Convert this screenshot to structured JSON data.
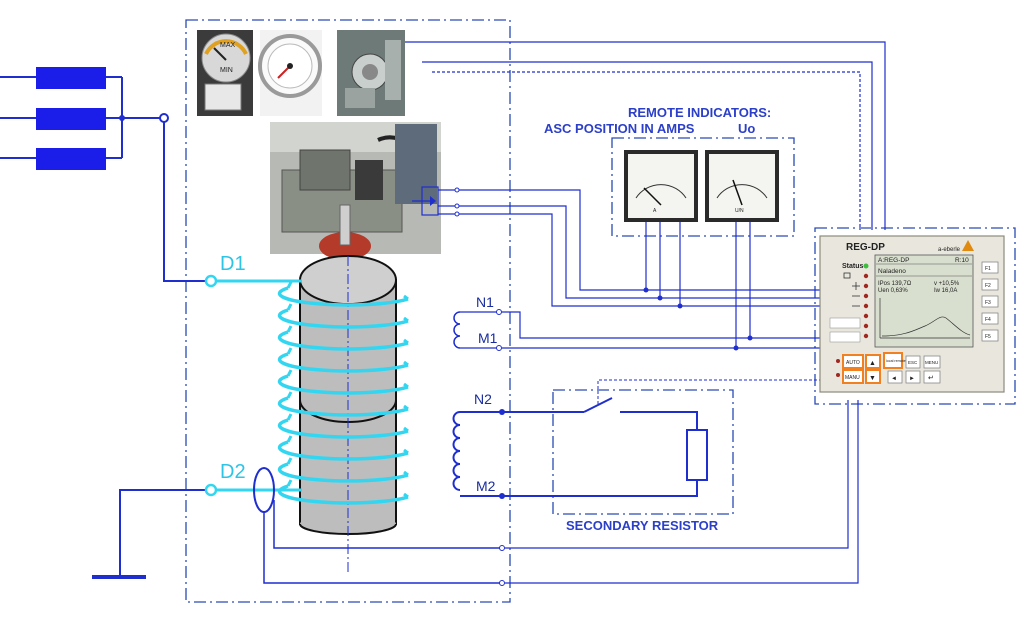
{
  "labels": {
    "remote_indicators": "REMOTE INDICATORS:",
    "asc_position": "ASC POSITION IN AMPS",
    "uo": "Uo",
    "d1": "D1",
    "d2": "D2",
    "n1": "N1",
    "m1": "M1",
    "n2": "N2",
    "m2": "M2",
    "secondary_resistor": "SECONDARY RESISTOR"
  },
  "controller": {
    "model": "REG-DP",
    "brand": "a-eberle",
    "status_label": "Status",
    "screen_line1_left": "A:REG-DP",
    "screen_line1_right": "R:10",
    "screen_line2": "Naladeno",
    "screen_line3_left": "IPos 139,7Ω",
    "screen_line3_right": "v +10,5%",
    "screen_line4_left": "Uen  0,63%",
    "screen_line4_right": "Iw 16,0A",
    "function_keys": [
      "F1",
      "F2",
      "F3",
      "F4",
      "F5"
    ],
    "keys": {
      "auto": "AUTO",
      "manu": "MANU",
      "local_remote": "local remote",
      "esc": "ESC",
      "menu": "MENU",
      "up": "▲",
      "down": "▼",
      "left": "◄",
      "right": "►",
      "enter": "↵"
    }
  },
  "colors": {
    "wire": "#1f2ecf",
    "coil": "#33d6f0",
    "dashed_frame": "#2a4bb5",
    "core": "#bdbdbd",
    "highlight": "#f08020"
  }
}
